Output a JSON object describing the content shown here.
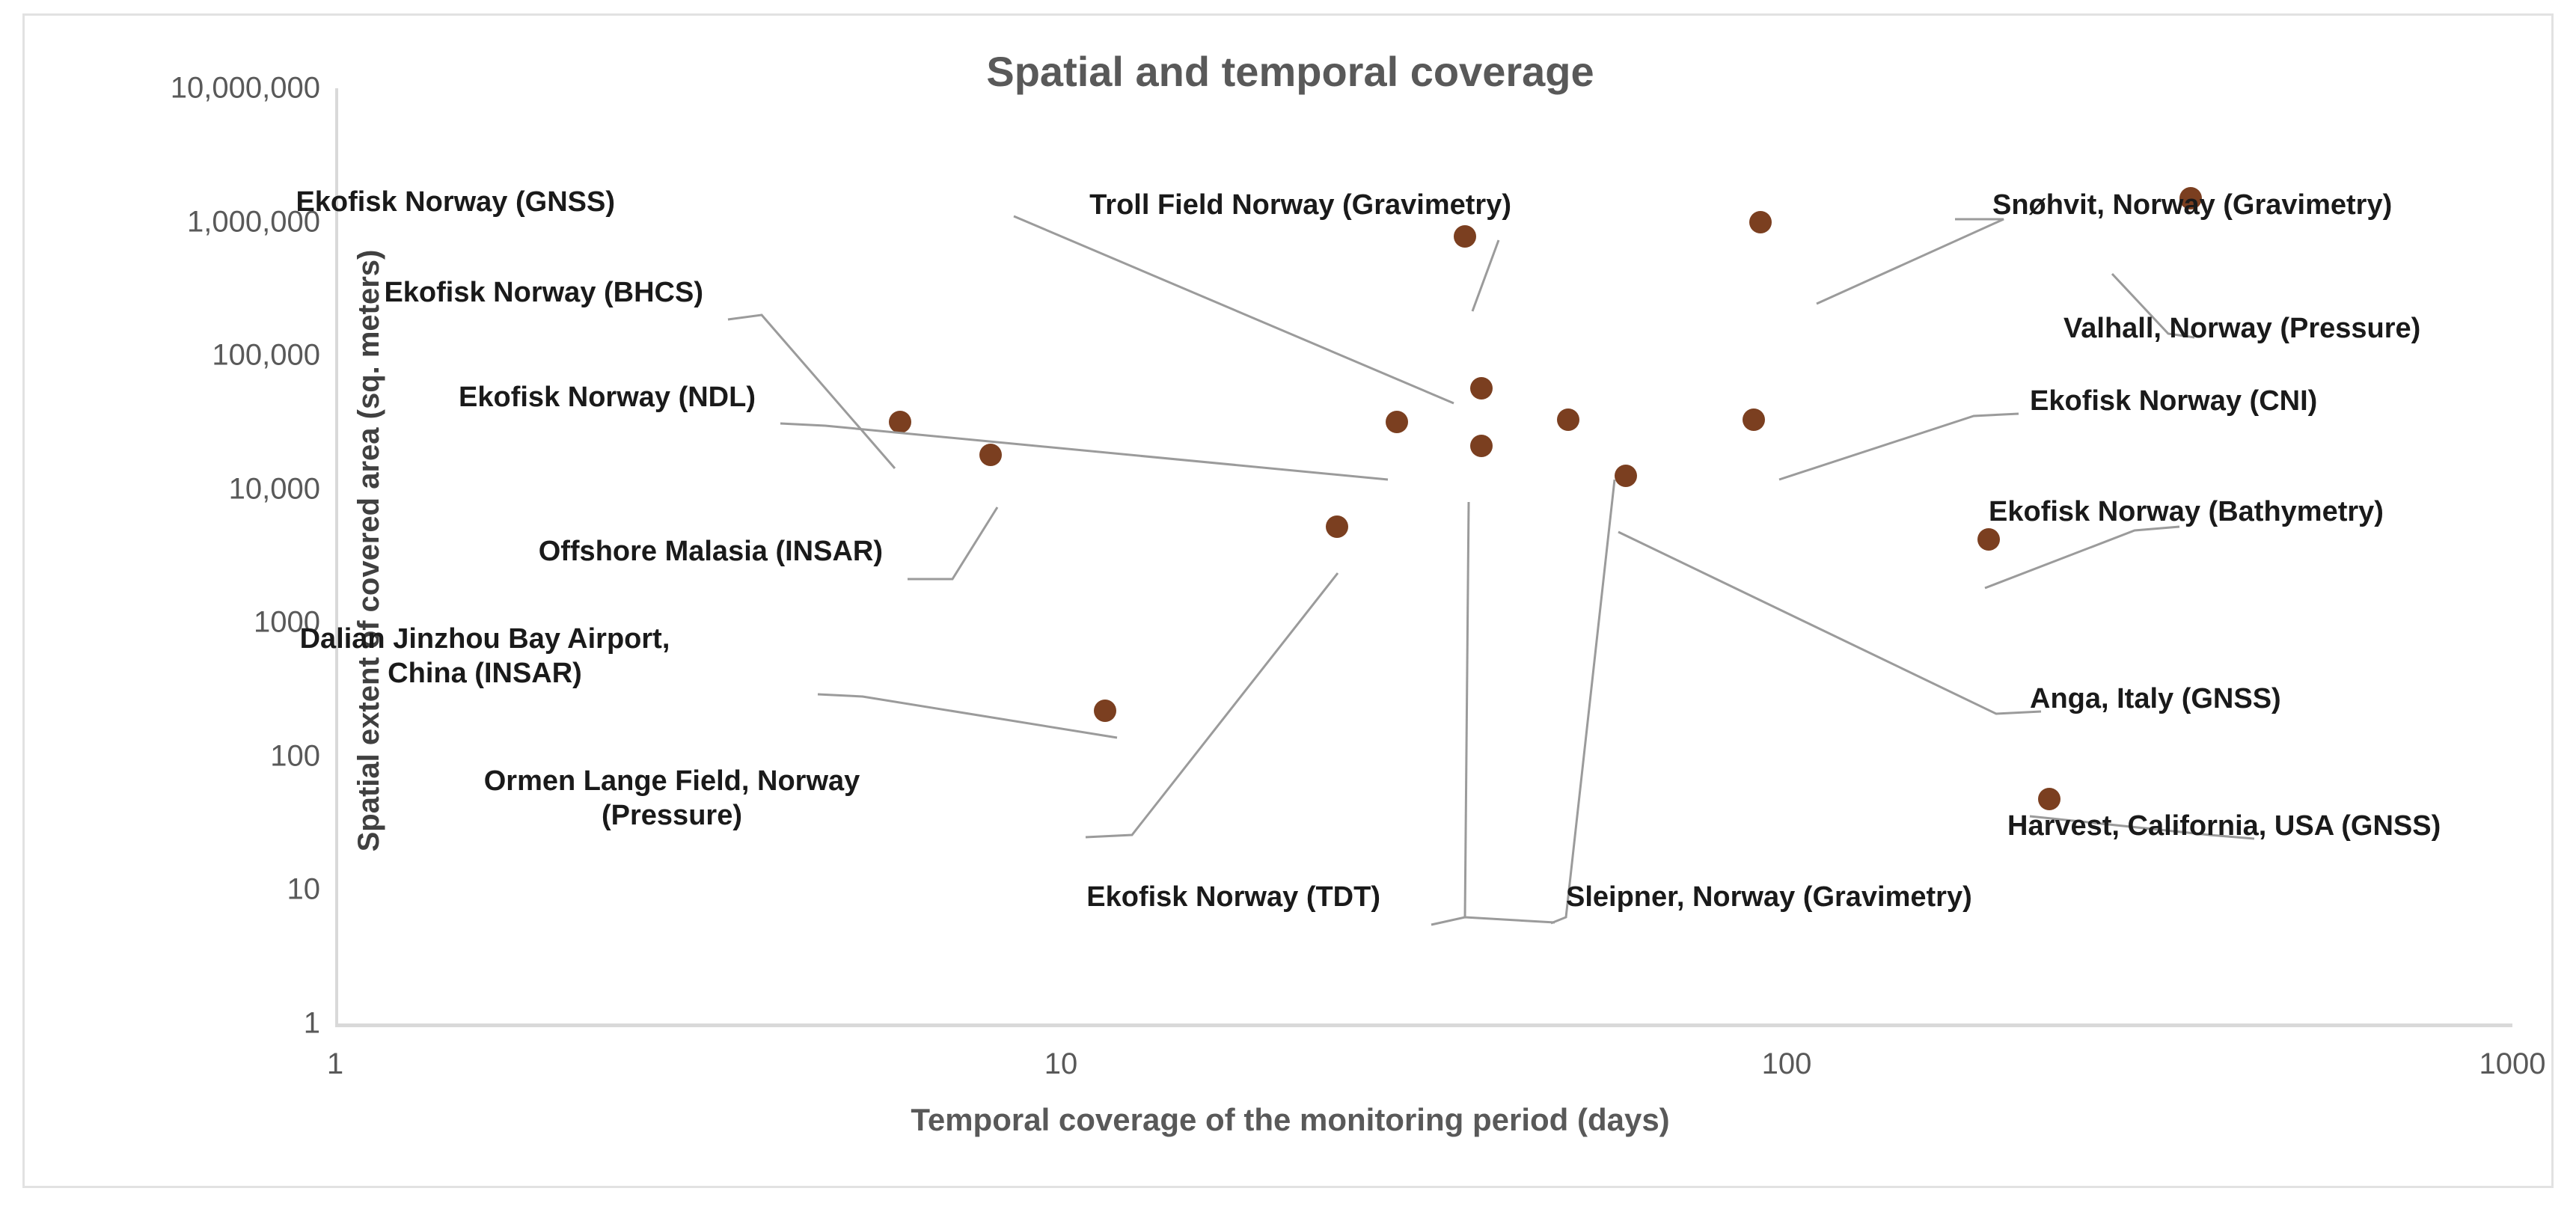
{
  "chart_data": {
    "type": "scatter",
    "title": "Spatial and temporal coverage",
    "xlabel": "Temporal coverage of the monitoring period (days)",
    "ylabel": "Spatial extent of covered area (sq. meters)",
    "xscale": "log",
    "yscale": "log",
    "xlim": [
      1,
      1000
    ],
    "ylim": [
      1,
      10000000
    ],
    "grid": false,
    "legend": "none",
    "marker_color": "#7B3F20",
    "xticks": [
      "1",
      "10",
      "100",
      "1000"
    ],
    "xtick_values": [
      1,
      10,
      100,
      1000
    ],
    "yticks": [
      "10,000,000",
      "1,000,000",
      "100,000",
      "10,000",
      "1000",
      "100",
      "10",
      "1"
    ],
    "ytick_values": [
      10000000,
      1000000,
      100000,
      10000,
      1000,
      100,
      10,
      1
    ],
    "points": [
      {
        "label": "Ekofisk Norway (BHCS)",
        "x": 6.0,
        "y": 32000
      },
      {
        "label": "Offshore Malasia (INSAR)",
        "x": 8.0,
        "y": 18000
      },
      {
        "label": "Dalian Jinzhou Bay Airport,\nChina (INSAR)",
        "x": 11.5,
        "y": 220
      },
      {
        "label": "Ormen Lange Field, Norway\n(Pressure)",
        "x": 24.0,
        "y": 5200
      },
      {
        "label": "Ekofisk Norway (NDL)",
        "x": 29.0,
        "y": 32000
      },
      {
        "label": "Troll Field Norway (Gravimetry)",
        "x": 36.0,
        "y": 780000
      },
      {
        "label": "Ekofisk Norway (GNSS)",
        "x": 38.0,
        "y": 57000
      },
      {
        "label": "Ekofisk Norway (TDT)",
        "x": 38.0,
        "y": 21000
      },
      {
        "label": "Sleipner, Norway (Gravimetry)",
        "x": 50.0,
        "y": 33000
      },
      {
        "label": "Anga, Italy (GNSS)",
        "x": 60.0,
        "y": 12500
      },
      {
        "label": "Snøhvit, Norway (Gravimetry)",
        "x": 92.0,
        "y": 1000000
      },
      {
        "label": "Ekofisk Norway (CNI)",
        "x": 90.0,
        "y": 33000
      },
      {
        "label": "Ekofisk Norway (Bathymetry)",
        "x": 190.0,
        "y": 4200
      },
      {
        "label": "Harvest, California, USA (GNSS)",
        "x": 230.0,
        "y": 48
      },
      {
        "label": "Valhall, Norway (Pressure)",
        "x": 360.0,
        "y": 1500000
      }
    ]
  },
  "axes": {
    "y_title": "Spatial extent of covered area (sq. meters)",
    "x_title": "Temporal coverage of the monitoring period (days)",
    "yticks": [
      {
        "label": "10,000,000"
      },
      {
        "label": "1,000,000"
      },
      {
        "label": "100,000"
      },
      {
        "label": "10,000"
      },
      {
        "label": "1000"
      },
      {
        "label": "100"
      },
      {
        "label": "10"
      },
      {
        "label": "1"
      }
    ],
    "xticks": [
      {
        "label": "1"
      },
      {
        "label": "10"
      },
      {
        "label": "100"
      },
      {
        "label": "1000"
      }
    ]
  },
  "labels": {
    "ekofisk_gnss": "Ekofisk Norway (GNSS)",
    "ekofisk_bhcs": "Ekofisk Norway (BHCS)",
    "ekofisk_ndl": "Ekofisk Norway (NDL)",
    "offshore_malasia": "Offshore Malasia (INSAR)",
    "dalian": "Dalian Jinzhou Bay Airport,\nChina (INSAR)",
    "ormen_lange": "Ormen Lange Field, Norway\n(Pressure)",
    "ekofisk_tdt": "Ekofisk Norway (TDT)",
    "sleipner": "Sleipner, Norway (Gravimetry)",
    "troll_field": "Troll Field Norway (Gravimetry)",
    "snohvit": "Snøhvit, Norway (Gravimetry)",
    "valhall": "Valhall, Norway (Pressure)",
    "ekofisk_cni": "Ekofisk Norway (CNI)",
    "ekofisk_bathymetry": "Ekofisk Norway (Bathymetry)",
    "anga_italy": "Anga, Italy (GNSS)",
    "harvest": "Harvest, California, USA (GNSS)"
  },
  "title": "Spatial and temporal coverage"
}
